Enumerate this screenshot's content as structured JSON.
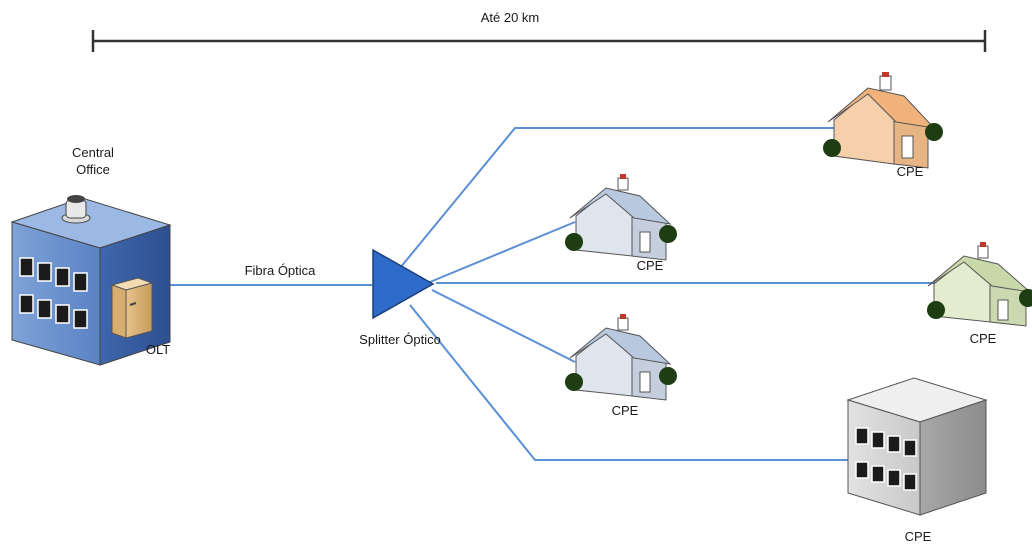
{
  "distance_label": "Até 20 km",
  "central_office_label": [
    "Central",
    "Office"
  ],
  "olt_label": "OLT",
  "fiber_label": "Fibra Óptica",
  "splitter_label": "Splitter Óptico",
  "cpe_labels": [
    "CPE",
    "CPE",
    "CPE",
    "CPE",
    "CPE"
  ],
  "colors": {
    "fiber_line": "#5b8fd6",
    "splitter": "#2f6cc9",
    "measure_line": "#333333",
    "roof_orange": "#f0b27a",
    "roof_blue": "#b8c8de",
    "roof_green": "#c9d8a8"
  }
}
